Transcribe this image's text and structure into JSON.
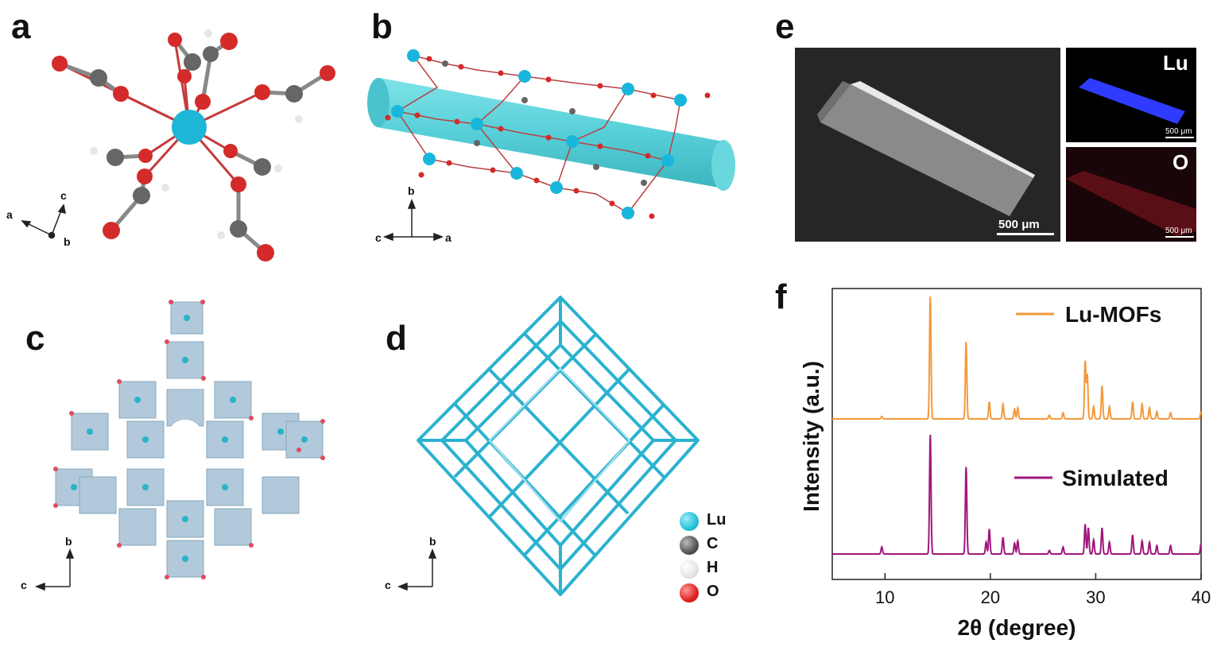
{
  "panels": {
    "a": {
      "letter": "a",
      "axes": {
        "x": "a",
        "y": "c",
        "z": "b"
      }
    },
    "b": {
      "letter": "b",
      "axes": {
        "up": "b",
        "left": "c",
        "right": "a"
      }
    },
    "c": {
      "letter": "c",
      "axes": {
        "up": "b",
        "left": "c"
      }
    },
    "d": {
      "letter": "d",
      "axes": {
        "up": "b",
        "left": "c"
      }
    },
    "e": {
      "letter": "e",
      "main_scale": "500 μm",
      "map_lu_label": "Lu",
      "map_o_label": "O",
      "map_scale": "500 μm"
    },
    "f": {
      "letter": "f"
    }
  },
  "legend_atoms": [
    {
      "label": "Lu",
      "color": "#25c3dc"
    },
    {
      "label": "C",
      "color": "#555555"
    },
    {
      "label": "H",
      "color": "#e9e9e9"
    },
    {
      "label": "O",
      "color": "#e02020"
    }
  ],
  "chart_data": {
    "type": "line",
    "xlabel": "2θ (degree)",
    "ylabel": "Intensity (a.u.)",
    "xlim": [
      5,
      40
    ],
    "x_ticks": [
      "10",
      "20",
      "30",
      "40"
    ],
    "x_tick_values": [
      10,
      20,
      30,
      40
    ],
    "series": [
      {
        "name": "Lu-MOFs",
        "color": "#f39a3c",
        "offset": 1.0,
        "peaks": [
          [
            9.7,
            0.02
          ],
          [
            14.3,
            1.0
          ],
          [
            17.7,
            0.63
          ],
          [
            19.9,
            0.14
          ],
          [
            21.2,
            0.12
          ],
          [
            22.3,
            0.08
          ],
          [
            22.6,
            0.09
          ],
          [
            25.6,
            0.03
          ],
          [
            26.9,
            0.05
          ],
          [
            29.0,
            0.47
          ],
          [
            29.2,
            0.36
          ],
          [
            29.8,
            0.1
          ],
          [
            30.6,
            0.27
          ],
          [
            31.3,
            0.1
          ],
          [
            33.5,
            0.14
          ],
          [
            34.4,
            0.12
          ],
          [
            35.1,
            0.09
          ],
          [
            35.8,
            0.06
          ],
          [
            37.1,
            0.05
          ],
          [
            40.0,
            0.06
          ]
        ]
      },
      {
        "name": "Simulated",
        "color": "#a0177d",
        "offset": 0.0,
        "peaks": [
          [
            9.7,
            0.06
          ],
          [
            14.3,
            1.0
          ],
          [
            17.7,
            0.73
          ],
          [
            19.6,
            0.1
          ],
          [
            19.9,
            0.21
          ],
          [
            21.2,
            0.14
          ],
          [
            22.3,
            0.09
          ],
          [
            22.6,
            0.11
          ],
          [
            25.6,
            0.03
          ],
          [
            26.9,
            0.06
          ],
          [
            29.0,
            0.25
          ],
          [
            29.3,
            0.22
          ],
          [
            29.8,
            0.12
          ],
          [
            30.6,
            0.22
          ],
          [
            31.3,
            0.1
          ],
          [
            33.5,
            0.16
          ],
          [
            34.4,
            0.11
          ],
          [
            35.1,
            0.1
          ],
          [
            35.8,
            0.07
          ],
          [
            37.1,
            0.07
          ],
          [
            40.0,
            0.09
          ]
        ]
      }
    ]
  }
}
